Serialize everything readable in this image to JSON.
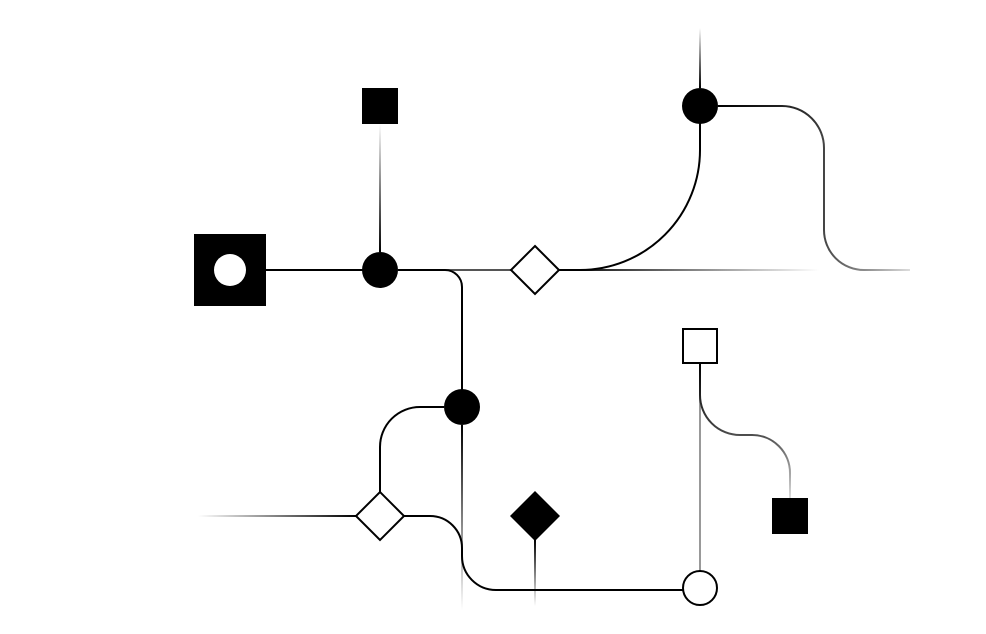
{
  "diagram": {
    "colors": {
      "ink": "#000000",
      "background": "#ffffff",
      "faded": "#c8c8c8"
    },
    "node_types": [
      "source-square-with-hole",
      "filled-circle",
      "open-circle",
      "open-diamond",
      "filled-diamond",
      "filled-square",
      "open-square"
    ]
  }
}
